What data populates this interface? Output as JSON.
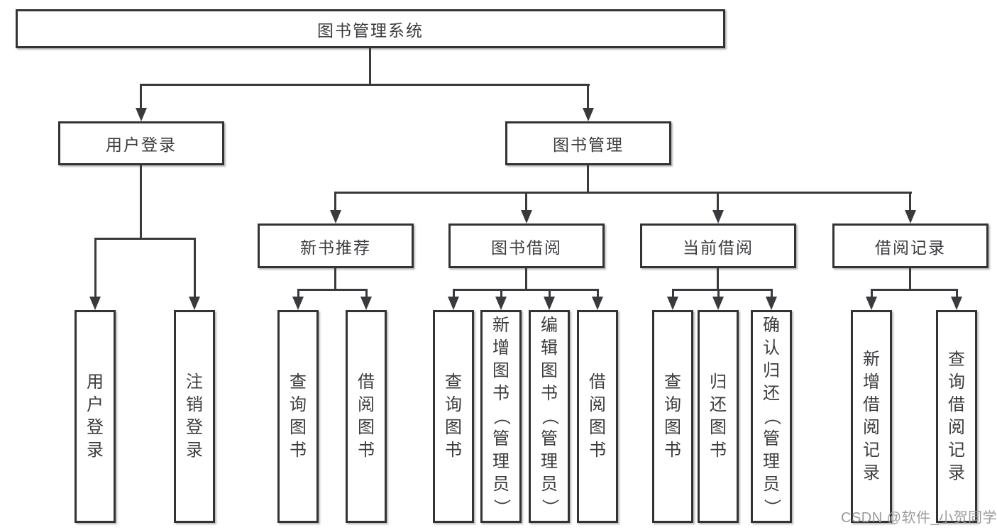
{
  "diagram_title": "图书管理系统",
  "watermark": "CSDN @软件_小贺同学",
  "colors": {
    "background": "#ffffff",
    "box_fill": "#ffffff",
    "box_border": "#333336",
    "line": "#3a3a3e",
    "text": "#3c3c40",
    "watermark": "#9b9b9b"
  },
  "tree": {
    "root": {
      "label": "图书管理系统"
    },
    "branches": [
      {
        "label": "用户登录",
        "children": [
          {
            "label": "用户登录"
          },
          {
            "label": "注销登录"
          }
        ]
      },
      {
        "label": "图书管理",
        "children": [
          {
            "label": "新书推荐",
            "children": [
              {
                "label": "查询图书"
              },
              {
                "label": "借阅图书"
              }
            ]
          },
          {
            "label": "图书借阅",
            "children": [
              {
                "label": "查询图书"
              },
              {
                "label": "新增图书（管理员）"
              },
              {
                "label": "编辑图书（管理员）"
              },
              {
                "label": "借阅图书"
              }
            ]
          },
          {
            "label": "当前借阅",
            "children": [
              {
                "label": "查询图书"
              },
              {
                "label": "归还图书"
              },
              {
                "label": "确认归还（管理员）"
              }
            ]
          },
          {
            "label": "借阅记录",
            "children": [
              {
                "label": "新增借阅记录"
              },
              {
                "label": "查询借阅记录"
              }
            ]
          }
        ]
      }
    ]
  }
}
